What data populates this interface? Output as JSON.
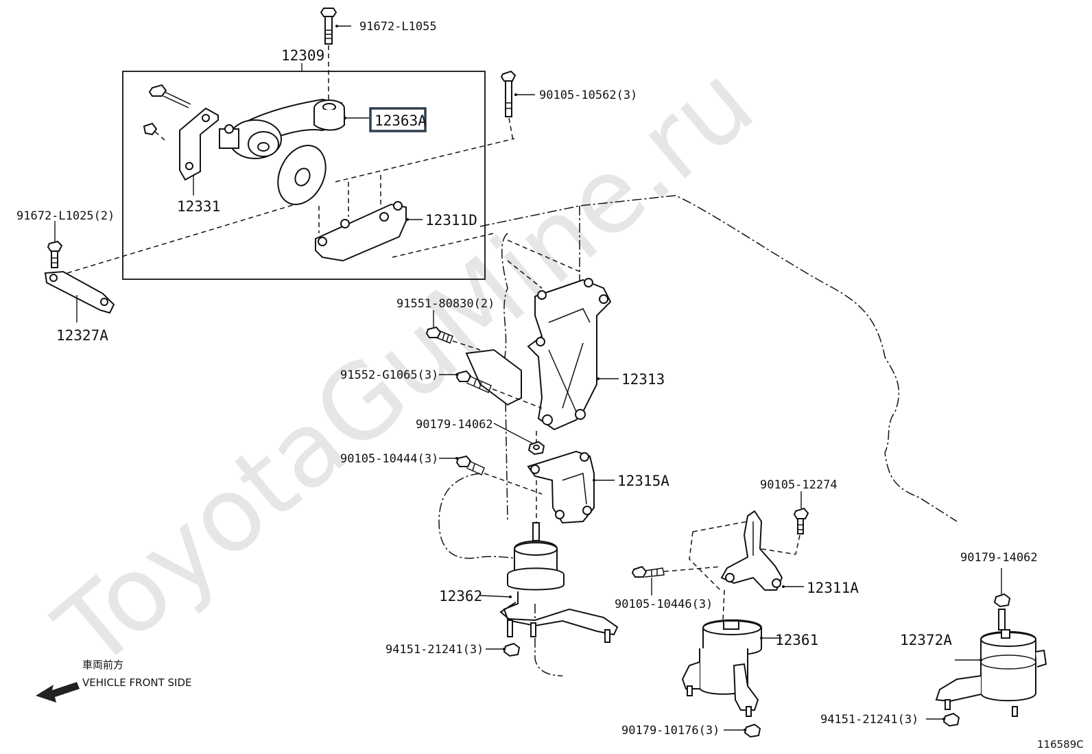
{
  "watermark": "ToyotaGuMine.ru",
  "diagram_id": "116589C",
  "direction": {
    "japanese": "車両前方",
    "english": "VEHICLE FRONT SIDE"
  },
  "highlight_color": "#2f3f4f",
  "labels": {
    "p91672_L1055": "91672-L1055",
    "p12309": "12309",
    "p90105_10562": "90105-10562(3)",
    "p12363A": "12363A",
    "p12331": "12331",
    "p91672_L1025": "91672-L1025(2)",
    "p12311D": "12311D",
    "p12327A": "12327A",
    "p91551_80830": "91551-80830(2)",
    "p91552_G1065": "91552-G1065(3)",
    "p12313": "12313",
    "p90179_14062a": "90179-14062",
    "p90105_10444": "90105-10444(3)",
    "p12315A": "12315A",
    "p90105_12274": "90105-12274",
    "p12362": "12362",
    "p12311A": "12311A",
    "p90105_10446": "90105-10446(3)",
    "p94151_21241a": "94151-21241(3)",
    "p12361": "12361",
    "p90179_14062b": "90179-14062",
    "p12372A": "12372A",
    "p94151_21241b": "94151-21241(3)",
    "p90179_10176": "90179-10176(3)"
  }
}
